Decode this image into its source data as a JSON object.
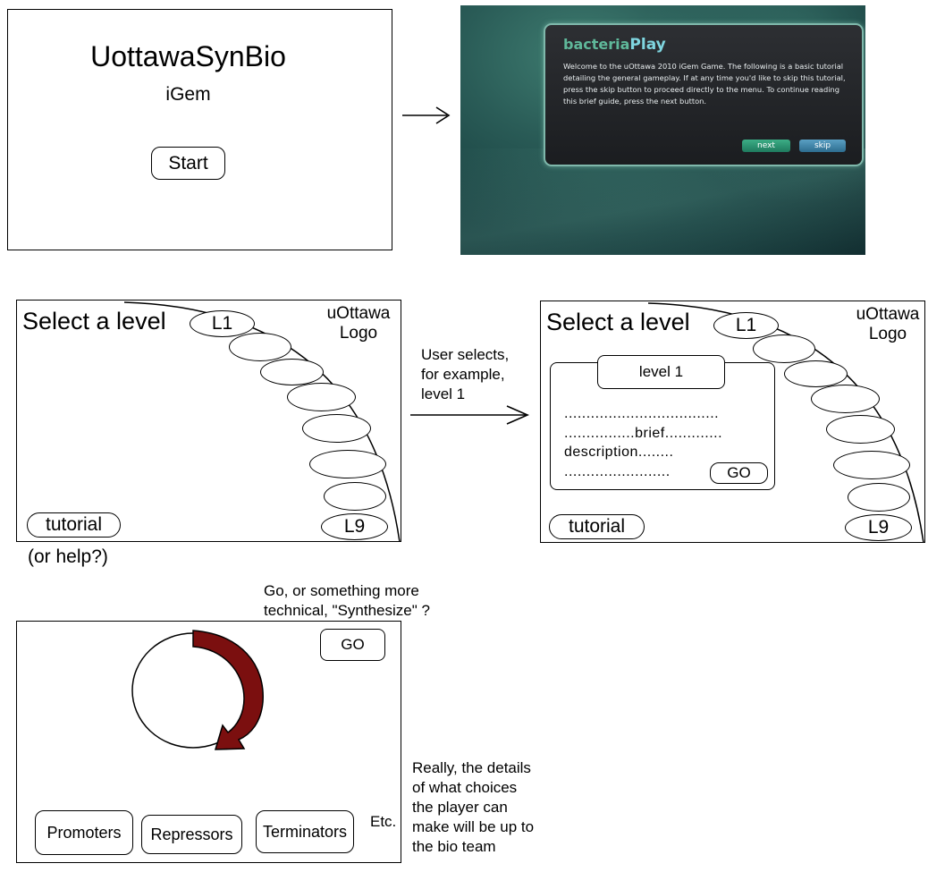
{
  "start_screen": {
    "title": "UottawaSynBio",
    "subtitle": "iGem",
    "start_button": "Start"
  },
  "game_screenshot": {
    "logo_prefix": "bacteria",
    "logo_suffix": "Play",
    "intro_text": "Welcome to the uOttawa 2010 iGem Game. The following is a basic tutorial detailing the general gameplay. If at any time you'd like to skip this tutorial, press the skip button to proceed directly to the menu. To continue reading this brief guide, press the next button.",
    "next_button": "next",
    "skip_button": "skip"
  },
  "level_select": {
    "heading": "Select a level",
    "logo_line1": "uOttawa",
    "logo_line2": "Logo",
    "first_level": "L1",
    "last_level": "L9",
    "tutorial_button": "tutorial",
    "help_note": "(or help?)"
  },
  "transition_note": {
    "line1": "User selects,",
    "line2": "for example,",
    "line3": "level 1"
  },
  "level_popup": {
    "title": "level 1",
    "line1": "...................................",
    "line2": "................brief.............",
    "line3": "description........",
    "line4": "........................",
    "go_button": "GO"
  },
  "builder": {
    "go_note_line1": "Go, or something more",
    "go_note_line2": "technical, \"Synthesize\" ?",
    "go_button": "GO",
    "choices": [
      "Promoters",
      "Repressors",
      "Terminators"
    ],
    "etc": "Etc.",
    "side_note": [
      "Really, the details",
      "of what choices",
      "the player can",
      "make will be up to",
      "the bio team"
    ],
    "arrow_color": "#7b0f0f"
  }
}
